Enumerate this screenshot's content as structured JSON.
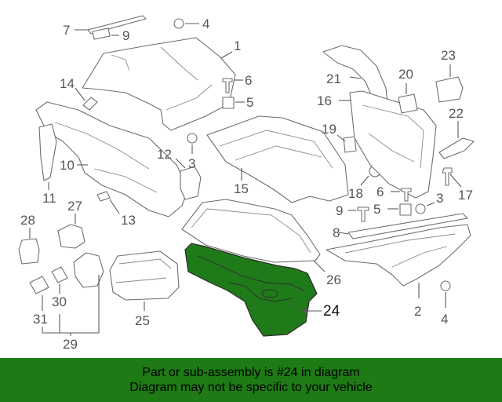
{
  "diagram": {
    "callouts": [
      "1",
      "2",
      "3",
      "3",
      "4",
      "4",
      "5",
      "5",
      "6",
      "6",
      "7",
      "8",
      "9",
      "9",
      "10",
      "11",
      "12",
      "13",
      "14",
      "15",
      "16",
      "17",
      "18",
      "19",
      "20",
      "21",
      "22",
      "23",
      "24",
      "25",
      "26",
      "27",
      "28",
      "29",
      "30",
      "31"
    ],
    "highlighted_part": "24",
    "highlight_color": "#1f7a1a"
  },
  "banner": {
    "line1": "Part or sub-assembly is #24 in diagram",
    "line2": "Diagram may not be specific to your vehicle",
    "background": "#1d7a14"
  }
}
